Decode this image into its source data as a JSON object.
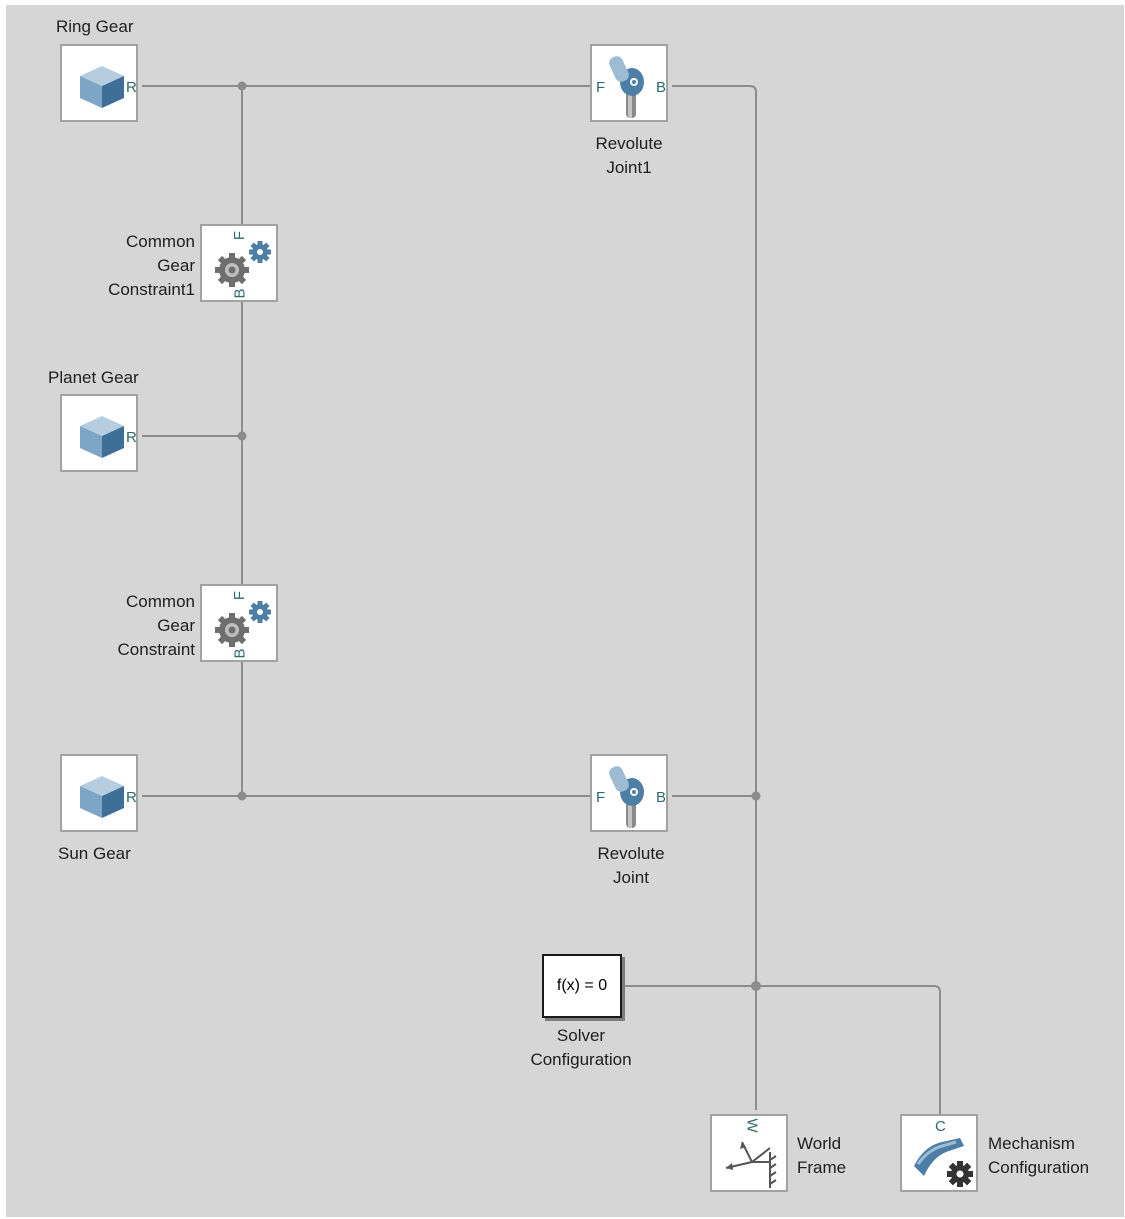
{
  "blocks": {
    "ring_gear": {
      "label": "Ring Gear",
      "port": "R"
    },
    "planet_gear": {
      "label": "Planet Gear",
      "port": "R"
    },
    "sun_gear": {
      "label": "Sun Gear",
      "port": "R"
    },
    "gear_constraint1": {
      "label_lines": [
        "Common",
        "Gear",
        "Constraint1"
      ],
      "port_top": "F",
      "port_bottom": "B"
    },
    "gear_constraint": {
      "label_lines": [
        "Common",
        "Gear",
        "Constraint"
      ],
      "port_top": "F",
      "port_bottom": "B"
    },
    "revolute_joint1": {
      "label_lines": [
        "Revolute",
        "Joint1"
      ],
      "port_left": "F",
      "port_right": "B"
    },
    "revolute_joint": {
      "label_lines": [
        "Revolute",
        "Joint"
      ],
      "port_left": "F",
      "port_right": "B"
    },
    "solver": {
      "text": "f(x) = 0",
      "label_lines": [
        "Solver",
        "Configuration"
      ]
    },
    "world_frame": {
      "label_lines": [
        "World",
        "Frame"
      ],
      "port": "W"
    },
    "mechanism": {
      "label_lines": [
        "Mechanism",
        "Configuration"
      ],
      "port": "C"
    }
  },
  "icons": {
    "solid": "cube-icon",
    "gear_constraint": "gear-icon",
    "revolute": "revolute-joint-icon",
    "world": "world-frame-icon",
    "mechanism": "mechanism-icon"
  },
  "colors": {
    "canvas": "#d6d6d6",
    "wire": "#8c8c8c",
    "block_border": "#a2a2a2",
    "icon_blue": "#4d7fa6",
    "icon_light": "#9dbbd2",
    "port_text": "#2e6b6b"
  }
}
